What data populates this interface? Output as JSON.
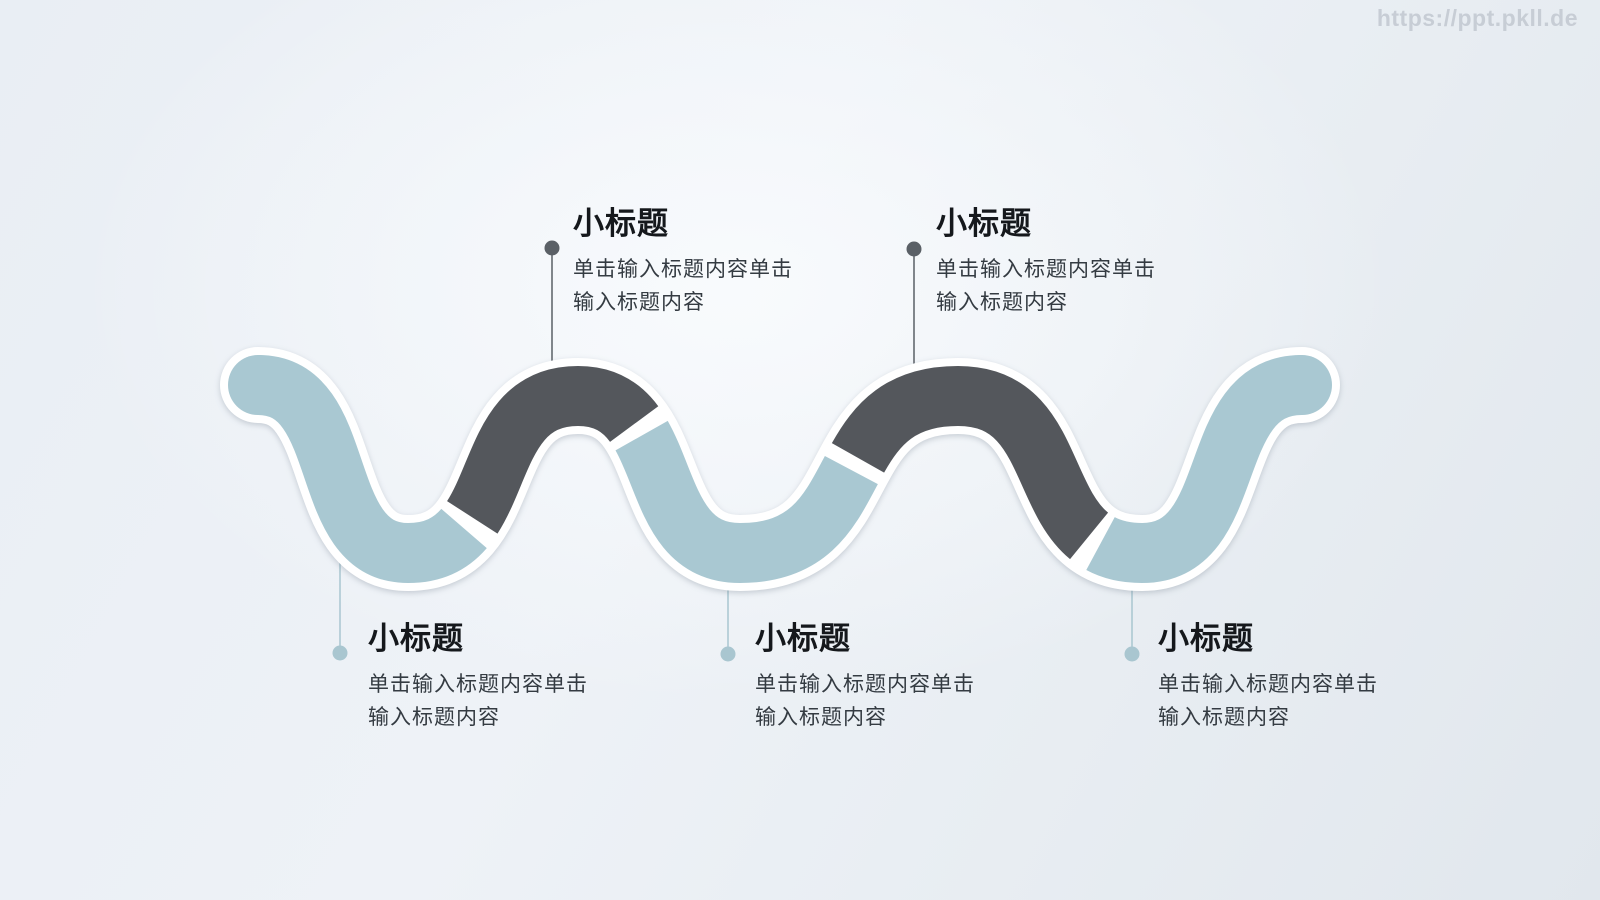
{
  "watermark": "https://ppt.pkll.de",
  "colors": {
    "wave_blue": "#a9c8d2",
    "wave_dark": "#54575c",
    "casing_white": "#ffffff",
    "title_text": "#15181c",
    "body_text": "#343b42",
    "top_connector": "#5a6066",
    "bottom_connector": "#a9c6d0",
    "watermark_text": "#c7cdd5"
  },
  "labels": [
    {
      "position": "bottom",
      "title": "小标题",
      "body_line1": "单击输入标题内容单击",
      "body_line2": "输入标题内容",
      "dot_color": "#a9c6d0"
    },
    {
      "position": "top",
      "title": "小标题",
      "body_line1": "单击输入标题内容单击",
      "body_line2": "输入标题内容",
      "dot_color": "#5a6066"
    },
    {
      "position": "bottom",
      "title": "小标题",
      "body_line1": "单击输入标题内容单击",
      "body_line2": "输入标题内容",
      "dot_color": "#a9c6d0"
    },
    {
      "position": "top",
      "title": "小标题",
      "body_line1": "单击输入标题内容单击",
      "body_line2": "输入标题内容",
      "dot_color": "#5a6066"
    },
    {
      "position": "bottom",
      "title": "小标题",
      "body_line1": "单击输入标题内容单击",
      "body_line2": "输入标题内容",
      "dot_color": "#a9c6d0"
    }
  ]
}
